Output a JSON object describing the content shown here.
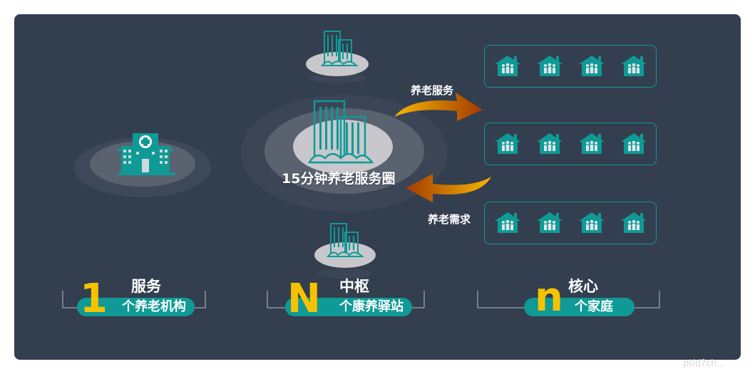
{
  "center": {
    "label": "15分钟养老服务圈"
  },
  "arrows": {
    "service": "养老服务",
    "demand": "养老需求"
  },
  "columns": [
    {
      "heading": "服务",
      "number": "1",
      "pill": "个养老机构"
    },
    {
      "heading": "中枢",
      "number": "N",
      "pill": "个康养驿站"
    },
    {
      "heading": "核心",
      "number": "n",
      "pill": "个家庭"
    }
  ],
  "colors": {
    "panel": "#333e4f",
    "teal": "#0f9a96",
    "yellow": "#f6c200",
    "orange": "#e08a00"
  },
  "icons": [
    "hospital-icon",
    "building-icon",
    "house-icon",
    "family-icon"
  ],
  "watermark": "ptid?ch..."
}
